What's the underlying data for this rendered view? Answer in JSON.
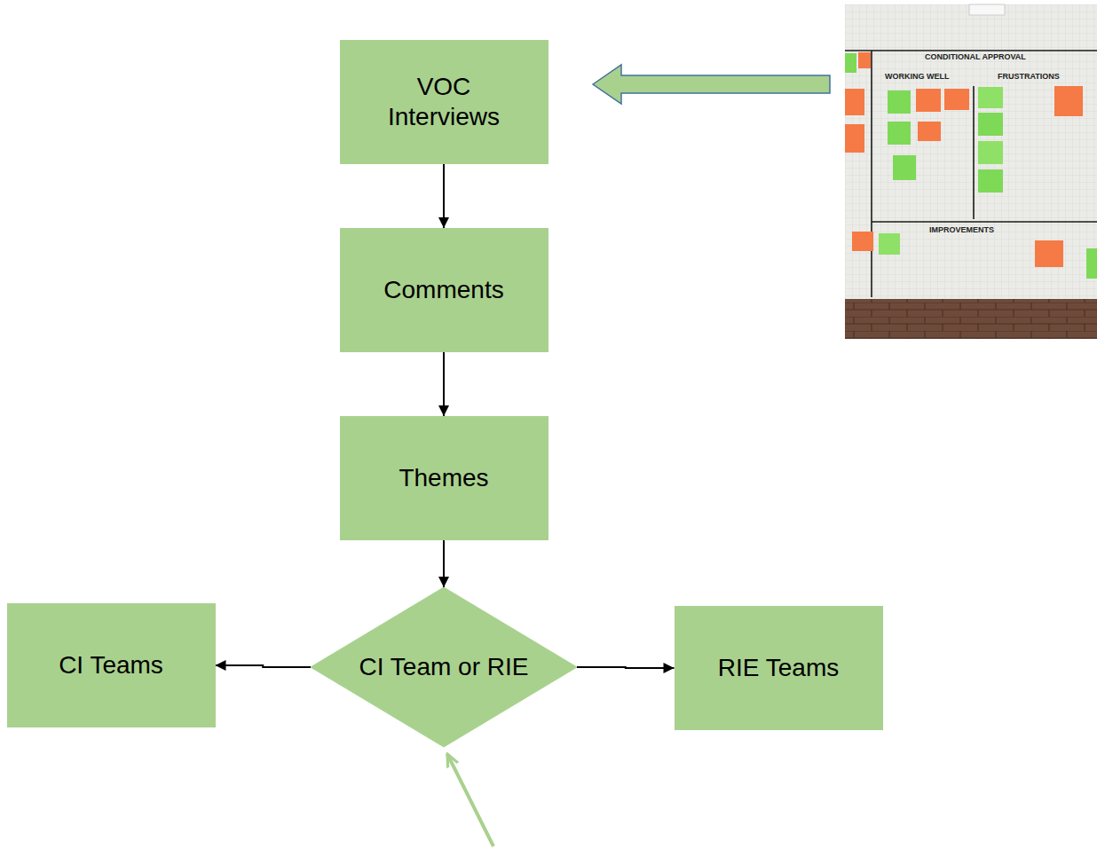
{
  "diagram": {
    "nodes": [
      {
        "text": [
          "VOC Interviews"
        ]
      },
      {
        "text": [
          "Comments"
        ]
      },
      {
        "text": [
          "Themes"
        ]
      },
      {
        "text": [
          "CI Team or RIE"
        ]
      },
      {
        "text": [
          "CI Teams"
        ]
      },
      {
        "text": [
          "RIE Teams"
        ]
      }
    ],
    "edges": [
      {
        "from": 0,
        "to": 1,
        "arrow": "to"
      },
      {
        "from": 1,
        "to": 2,
        "arrow": "to"
      },
      {
        "from": 2,
        "to": 3,
        "arrow": "to"
      },
      {
        "from": 3,
        "to": 4,
        "arrow": "to"
      },
      {
        "from": 3,
        "to": 5,
        "arrow": "to"
      }
    ],
    "labels": [
      "CONDITIONAL APPROVAL",
      "WORKING WELL",
      "FRUSTRATIONS",
      "IMPROVEMENTS"
    ]
  }
}
